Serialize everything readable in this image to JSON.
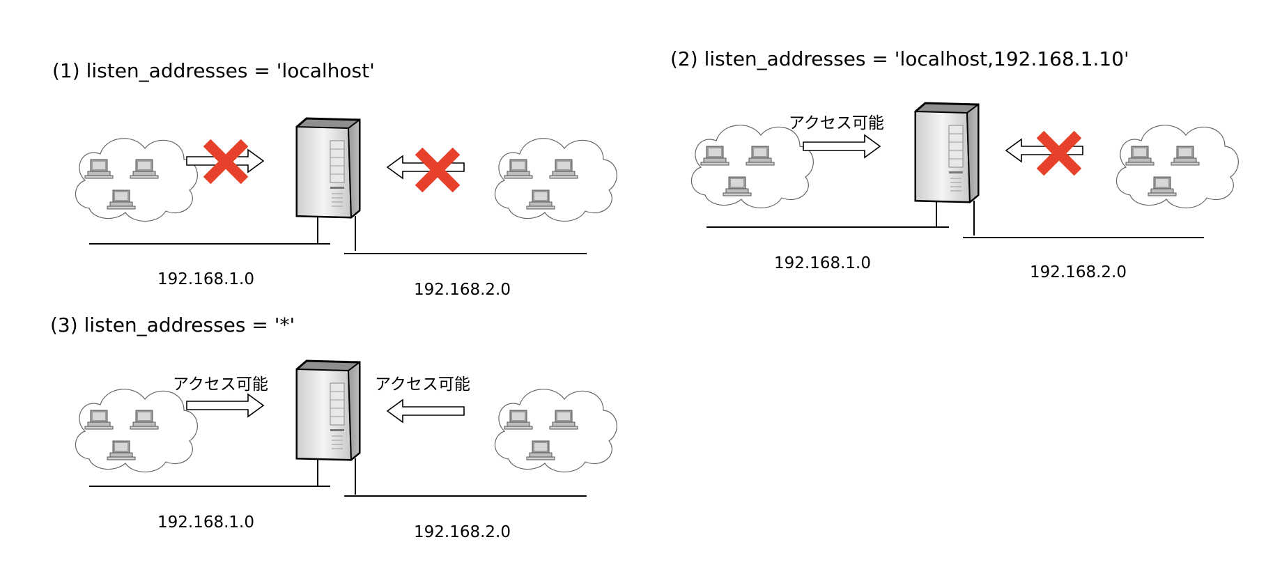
{
  "panels": [
    {
      "title": "(1) listen_addresses = 'localhost'",
      "left_network": "192.168.1.0",
      "right_network": "192.168.2.0",
      "left_access": {
        "allowed": false,
        "label": ""
      },
      "right_access": {
        "allowed": false,
        "label": ""
      }
    },
    {
      "title": "(2) listen_addresses = 'localhost,192.168.1.10'",
      "left_network": "192.168.1.0",
      "right_network": "192.168.2.0",
      "left_access": {
        "allowed": true,
        "label": "アクセス可能"
      },
      "right_access": {
        "allowed": false,
        "label": ""
      }
    },
    {
      "title": "(3) listen_addresses = '*'",
      "left_network": "192.168.1.0",
      "right_network": "192.168.2.0",
      "left_access": {
        "allowed": true,
        "label": "アクセス可能"
      },
      "right_access": {
        "allowed": true,
        "label": "アクセス可能"
      }
    }
  ],
  "colors": {
    "blocked": "#e8412b",
    "line": "#000000",
    "server_body": "#d9d9d9",
    "cloud_stroke": "#555555"
  },
  "icons": {
    "blocked": "x-mark-icon",
    "server": "server-icon",
    "network": "cloud-network-icon",
    "computer": "computer-icon"
  }
}
